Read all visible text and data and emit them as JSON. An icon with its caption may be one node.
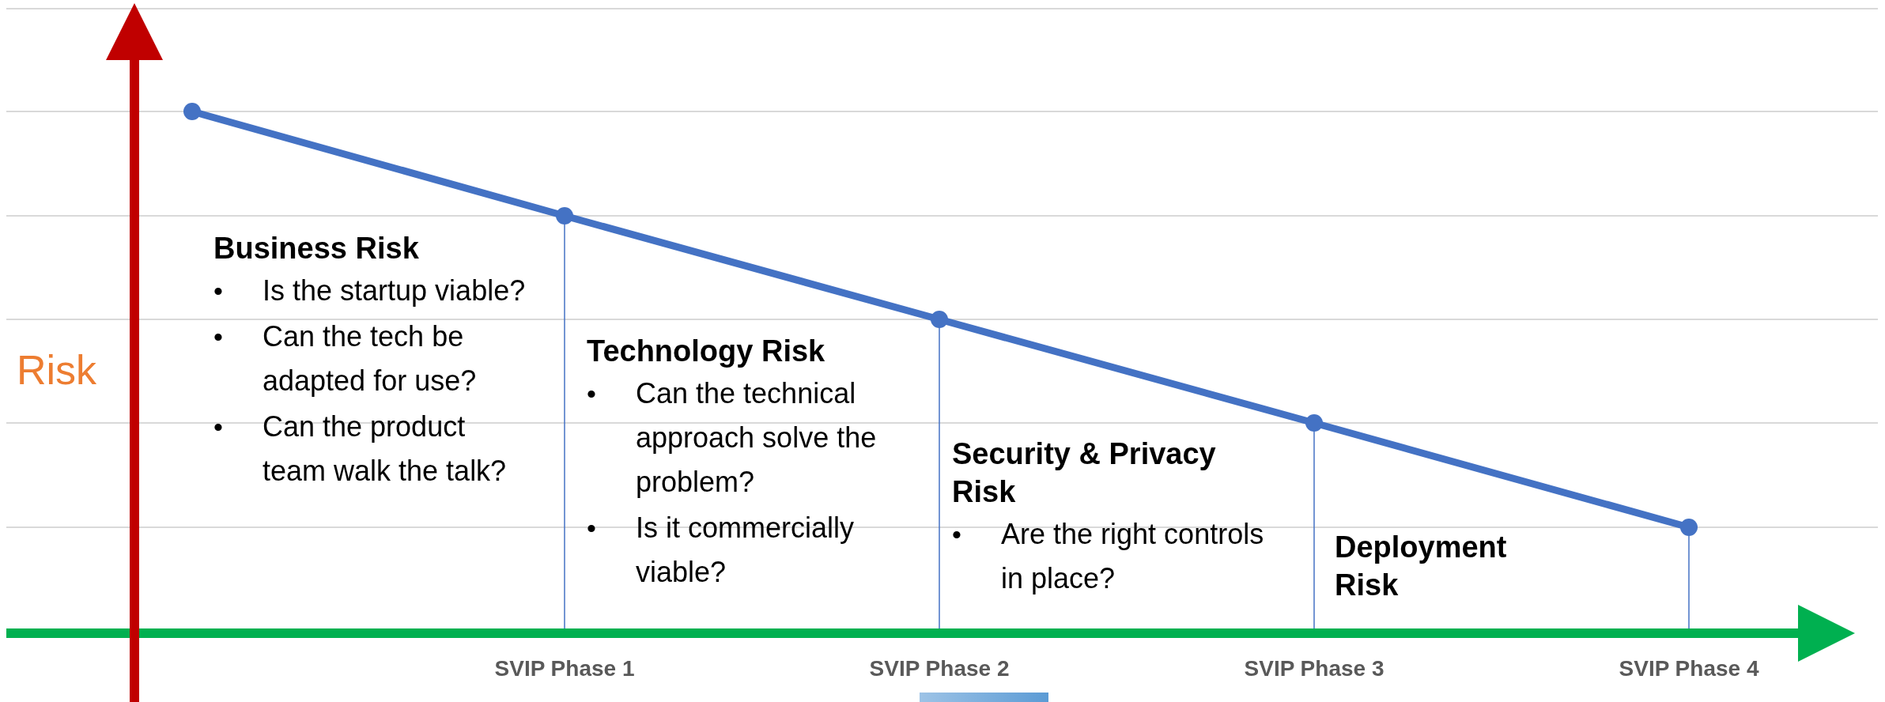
{
  "diagram": {
    "labels": [
      "Risk",
      "Business Risk",
      "•",
      "Is the startup viable?",
      "•",
      "Can the tech be adapted for use?",
      "•",
      "Can the product team walk the talk?",
      "Technology Risk",
      "•",
      "Can the technical approach solve the problem?",
      "•",
      "Is it commercially viable?",
      "Security & Privacy Risk",
      "•",
      "Are the right controls in place?",
      "Deployment Risk",
      "SVIP Phase 1",
      "SVIP Phase 2",
      "SVIP Phase 3",
      "SVIP Phase 4"
    ]
  }
}
